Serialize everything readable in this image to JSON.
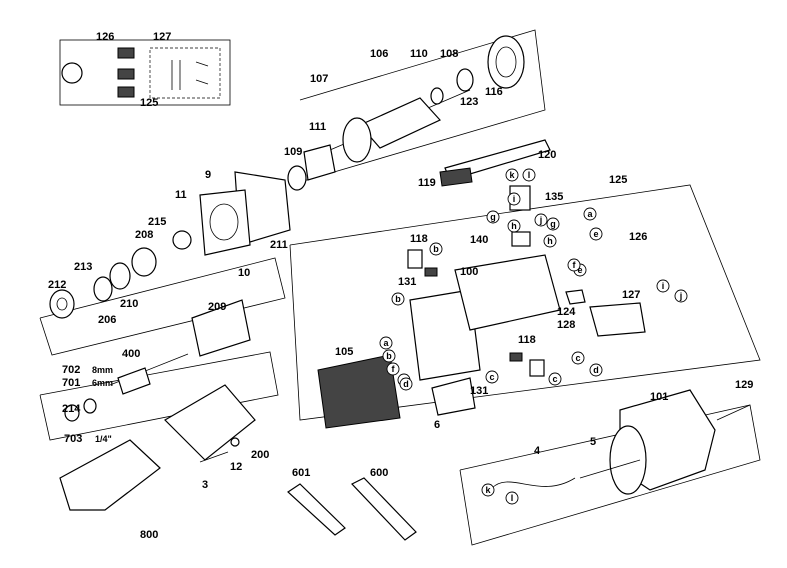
{
  "callouts": [
    {
      "text": "126"
    },
    {
      "text": "127"
    },
    {
      "text": "125"
    },
    {
      "text": "106"
    },
    {
      "text": "107"
    },
    {
      "text": "110"
    },
    {
      "text": "108"
    },
    {
      "text": "116"
    },
    {
      "text": "123"
    },
    {
      "text": "111"
    },
    {
      "text": "109"
    },
    {
      "text": "9"
    },
    {
      "text": "11"
    },
    {
      "text": "120"
    },
    {
      "text": "119"
    },
    {
      "text": "135"
    },
    {
      "text": "125"
    },
    {
      "text": "126"
    },
    {
      "text": "140"
    },
    {
      "text": "118"
    },
    {
      "text": "100"
    },
    {
      "text": "131"
    },
    {
      "text": "215"
    },
    {
      "text": "208"
    },
    {
      "text": "211"
    },
    {
      "text": "10"
    },
    {
      "text": "212"
    },
    {
      "text": "213"
    },
    {
      "text": "206"
    },
    {
      "text": "210"
    },
    {
      "text": "209"
    },
    {
      "text": "400"
    },
    {
      "text": "702"
    },
    {
      "text": "701"
    },
    {
      "text": "8mm"
    },
    {
      "text": "6mm"
    },
    {
      "text": "214"
    },
    {
      "text": "703"
    },
    {
      "text": "1/4\""
    },
    {
      "text": "105"
    },
    {
      "text": "6"
    },
    {
      "text": "131"
    },
    {
      "text": "118"
    },
    {
      "text": "124"
    },
    {
      "text": "128"
    },
    {
      "text": "127"
    },
    {
      "text": "3"
    },
    {
      "text": "12"
    },
    {
      "text": "200"
    },
    {
      "text": "800"
    },
    {
      "text": "601"
    },
    {
      "text": "600"
    },
    {
      "text": "101"
    },
    {
      "text": "129"
    },
    {
      "text": "4"
    },
    {
      "text": "5"
    }
  ],
  "letters": [
    "k",
    "l",
    "i",
    "j",
    "g",
    "h",
    "g",
    "h",
    "a",
    "b",
    "f",
    "e",
    "i",
    "j",
    "b",
    "e",
    "b",
    "a",
    "f",
    "e",
    "d",
    "c",
    "c",
    "c",
    "d",
    "k",
    "l"
  ]
}
